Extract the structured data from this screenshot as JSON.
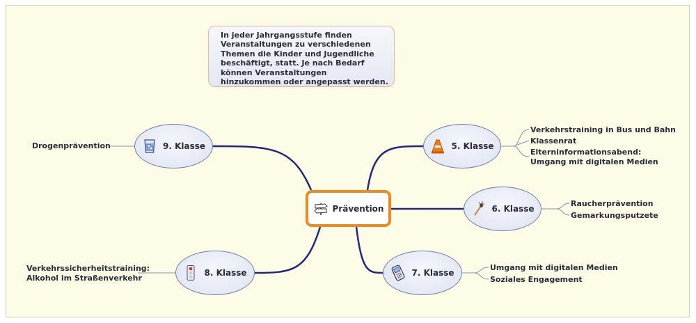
{
  "note": {
    "lines": [
      "In jeder Jahrgangsstufe finden",
      "Veranstaltungen zu verschiedenen",
      "Themen die Kinder und Jugendliche",
      "beschäftigt, statt. Je nach Bedarf",
      "können Veranstaltungen",
      "hinzukommen oder angepasst werden."
    ]
  },
  "central": {
    "label": "Prävention",
    "icon": "signpost-icon"
  },
  "branches": {
    "k5": {
      "label": "5. Klasse",
      "icon": "traffic-cone-icon",
      "items": [
        "Verkehrstraining in Bus und Bahn",
        "Klassenrat",
        "Elterninformationsabend:",
        "Umgang mit digitalen Medien"
      ]
    },
    "k6": {
      "label": "6. Klasse",
      "icon": "matchstick-icon",
      "items": [
        "Raucherprävention",
        "Gemarkungsputzete"
      ]
    },
    "k7": {
      "label": "7. Klasse",
      "icon": "mobile-phone-icon",
      "items": [
        "Umgang mit digitalen Medien",
        "Soziales Engagement"
      ]
    },
    "k8": {
      "label": "8. Klasse",
      "icon": "traffic-light-icon",
      "items": [
        "Verkehrssicherheitstraining:",
        "Alkohol im Straßenverkehr"
      ]
    },
    "k9": {
      "label": "9. Klasse",
      "icon": "drink-glass-icon",
      "items": [
        "Drogenprävention"
      ]
    }
  },
  "colors": {
    "branch_line": "#23277a",
    "leaf_line": "#8a90a8",
    "central_border": "#ec8a24",
    "background": "#fdfce6"
  }
}
